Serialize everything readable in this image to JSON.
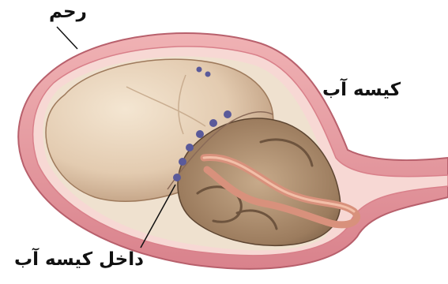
{
  "labels": {
    "uterus": "رحم",
    "amniotic_sac": "کیسه آب",
    "inside_amniotic_sac": "داخل کیسه آب"
  },
  "colors": {
    "uterine_wall": "#e89aa0",
    "uterine_wall_dark": "#c86a74",
    "membrane_inner": "#f6d3d0",
    "fetal_head": "#e8d2b8",
    "fetal_body": "#a88a6c",
    "cord": "#e2a08a",
    "dots": "#5a5a9a"
  }
}
